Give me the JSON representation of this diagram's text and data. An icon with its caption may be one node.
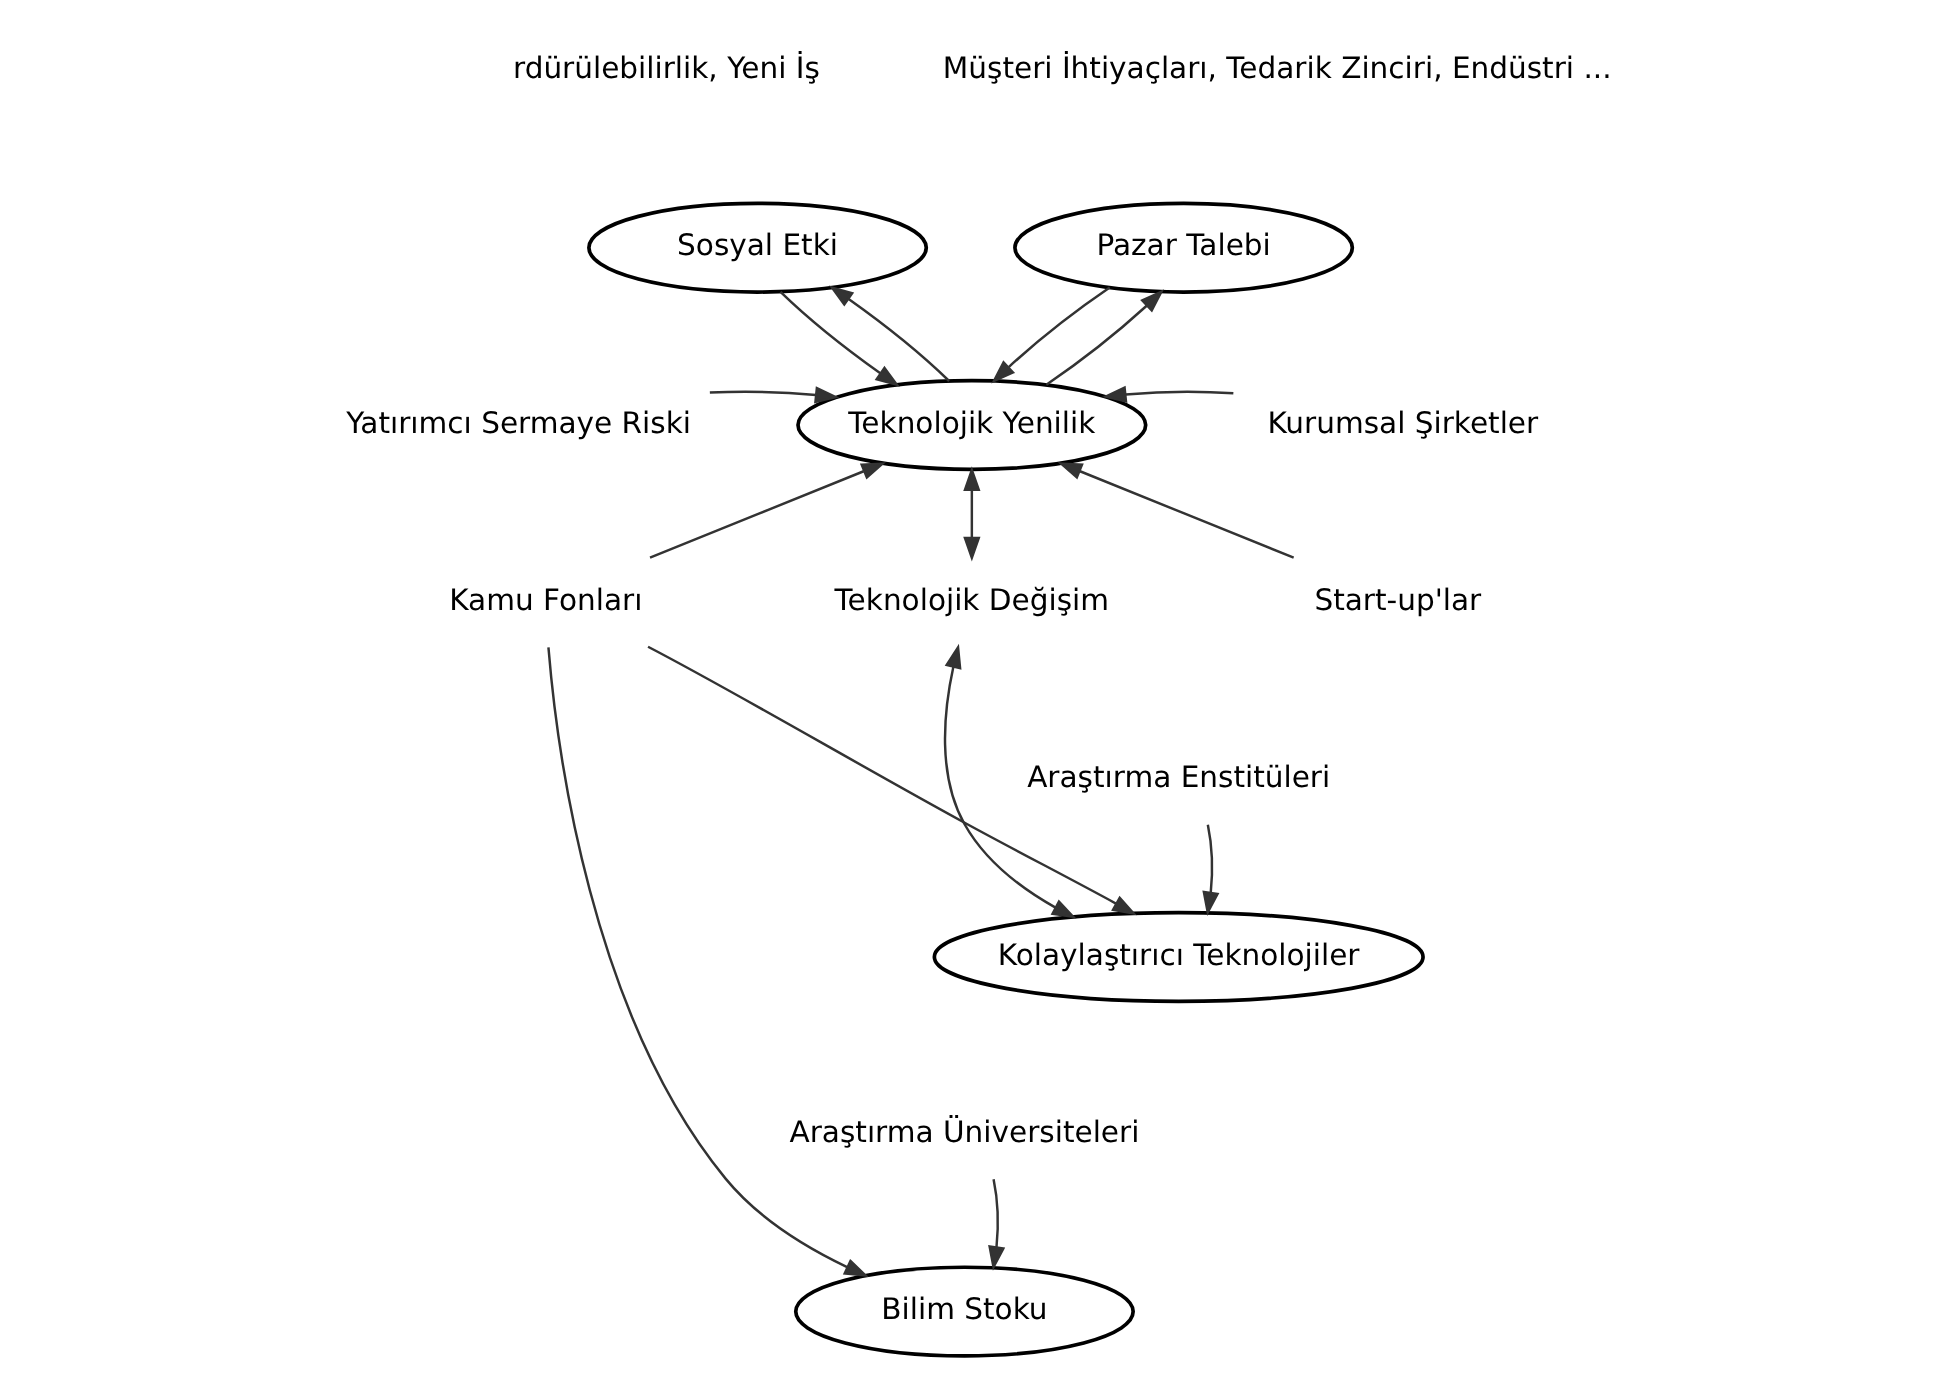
{
  "diagram": {
    "nodes": [
      {
        "text": [
          "Sosyal Etki"
        ]
      },
      {
        "text": [
          "Pazar Talebi"
        ]
      },
      {
        "text": [
          "Teknolojik Yenilik"
        ]
      },
      {
        "text": [
          "Yatırımcı Sermaye Riski"
        ]
      },
      {
        "text": [
          "Kurumsal Şirketler"
        ]
      },
      {
        "text": [
          "Kamu Fonları"
        ]
      },
      {
        "text": [
          "Teknolojik Değişim"
        ]
      },
      {
        "text": [
          "Start-up'lar"
        ]
      },
      {
        "text": [
          "Araştırma Enstitüleri"
        ]
      },
      {
        "text": [
          "Kolaylaştırıcı Teknolojiler"
        ]
      },
      {
        "text": [
          "Araştırma Üniversiteleri"
        ]
      },
      {
        "text": [
          "Bilim Stoku"
        ]
      }
    ],
    "edges": [
      {
        "from": 2,
        "to": 0,
        "arrow": "to"
      },
      {
        "from": 0,
        "to": 2,
        "arrow": "to"
      },
      {
        "from": 2,
        "to": 1,
        "arrow": "to"
      },
      {
        "from": 1,
        "to": 2,
        "arrow": "to"
      },
      {
        "from": 3,
        "to": 2,
        "arrow": "to"
      },
      {
        "from": 4,
        "to": 2,
        "arrow": "to"
      },
      {
        "from": 5,
        "to": 2,
        "arrow": "to"
      },
      {
        "from": 7,
        "to": 2,
        "arrow": "to"
      },
      {
        "from": 2,
        "to": 6,
        "arrow": "both"
      },
      {
        "from": 6,
        "to": 9,
        "arrow": "both"
      },
      {
        "from": 5,
        "to": 9,
        "arrow": "to"
      },
      {
        "from": 5,
        "to": 11,
        "arrow": "to"
      },
      {
        "from": 8,
        "to": 9,
        "arrow": "to"
      },
      {
        "from": 10,
        "to": 11,
        "arrow": "to"
      }
    ],
    "labels": [
      "rdürülebilirlik, Yeni İş",
      "Müşteri İhtiyaçları, Tedarik Zinciri, Endüstri ..."
    ]
  }
}
